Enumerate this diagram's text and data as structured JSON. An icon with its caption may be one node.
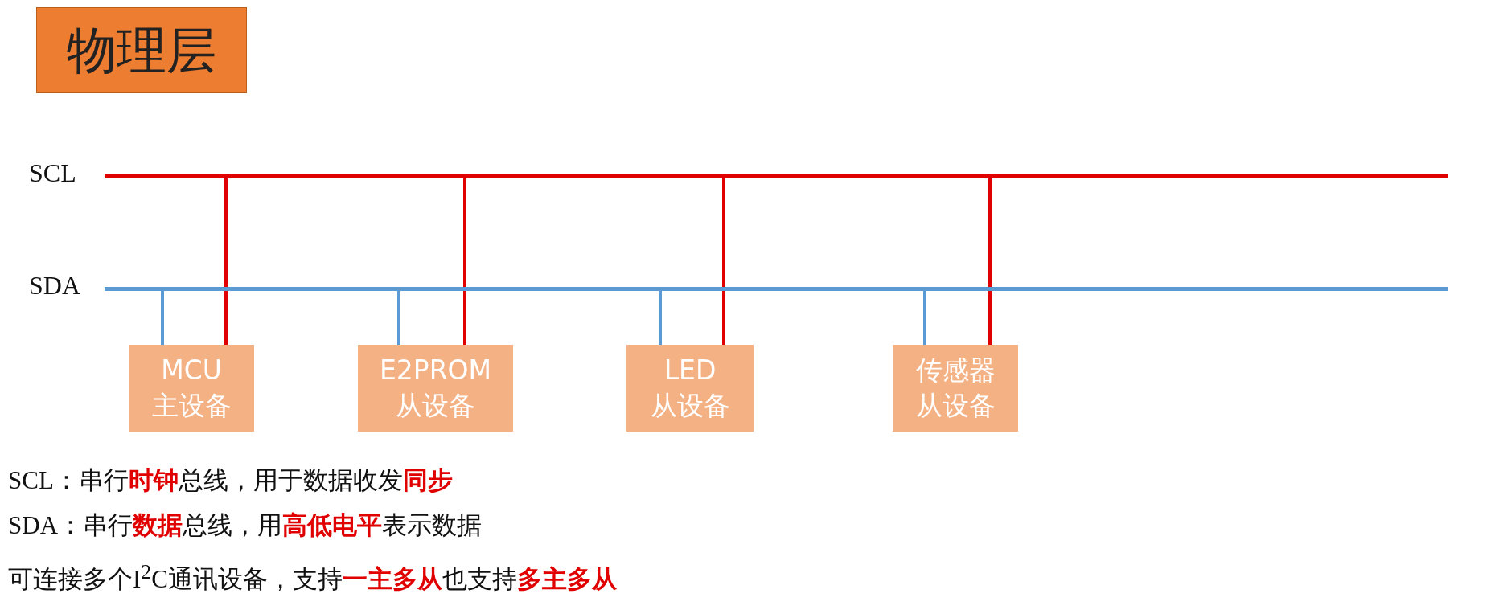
{
  "diagram": {
    "title": "物理层",
    "nodes": [
      {
        "text": [
          "SCL"
        ]
      },
      {
        "text": [
          "SDA"
        ]
      },
      {
        "text": [
          "MCU",
          "主设备"
        ]
      },
      {
        "text": [
          "E2PROM",
          "从设备"
        ]
      },
      {
        "text": [
          "LED",
          "从设备"
        ]
      },
      {
        "text": [
          "传感器",
          "从设备"
        ]
      }
    ],
    "edges": [
      {
        "from": 2,
        "to": 1,
        "arrow": "none",
        "color": "#5b9bd5"
      },
      {
        "from": 2,
        "to": 0,
        "arrow": "none",
        "color": "#e00000"
      },
      {
        "from": 3,
        "to": 1,
        "arrow": "none",
        "color": "#5b9bd5"
      },
      {
        "from": 3,
        "to": 0,
        "arrow": "none",
        "color": "#e00000"
      },
      {
        "from": 4,
        "to": 1,
        "arrow": "none",
        "color": "#5b9bd5"
      },
      {
        "from": 4,
        "to": 0,
        "arrow": "none",
        "color": "#e00000"
      },
      {
        "from": 5,
        "to": 1,
        "arrow": "none",
        "color": "#5b9bd5"
      },
      {
        "from": 5,
        "to": 0,
        "arrow": "none",
        "color": "#e00000"
      }
    ],
    "labels": [
      "SCL：串行**时钟**总线，用于数据收发**同步**",
      "SDA：串行**数据**总线，用**高低电平**表示数据",
      "可连接多个I$^{2}$C通讯设备，支持**一主多从**也支持**多主多从**"
    ]
  }
}
